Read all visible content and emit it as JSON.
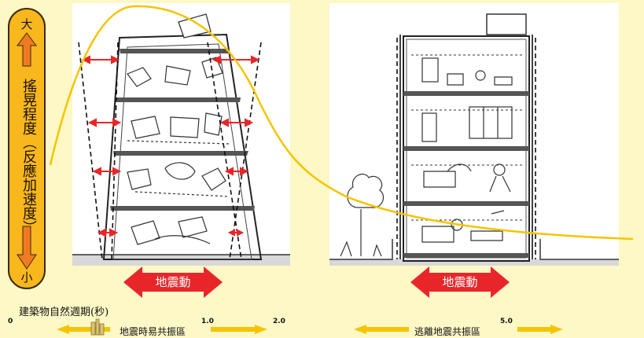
{
  "scale": {
    "big": "大",
    "small": "小",
    "label": "搖晃程度（反應加速度）"
  },
  "quake_label": "地震動",
  "axis": {
    "title": "建築物自然週期(秒)",
    "ticks": [
      "0",
      "1.0",
      "2.0",
      "5.0"
    ],
    "resonant_zone": "地震時易共振區",
    "escape_zone": "逃離地震共振區"
  },
  "colors": {
    "background": "#fdf8c6",
    "response_curve": "#f5c400",
    "scale_fill": "#f7b71d",
    "scale_arrow": "#f07a23",
    "quake_arrow": "#e8262a",
    "axis_arrow": "#f5c400"
  }
}
